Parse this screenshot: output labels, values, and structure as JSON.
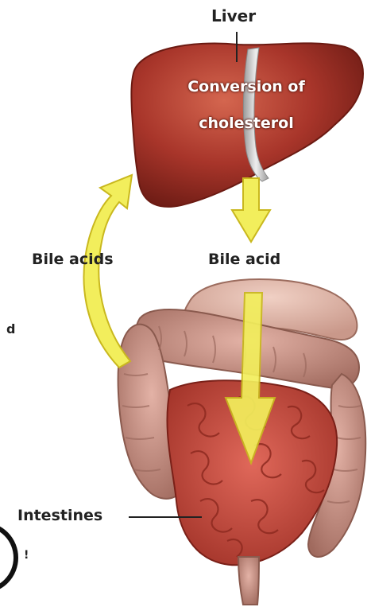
{
  "labels": {
    "liver": "Liver",
    "conversion_line1": "Conversion of",
    "conversion_line2": "cholesterol",
    "bile_acids_left": "Bile acids",
    "bile_acid_right": "Bile acid",
    "intestines": "Intestines",
    "edge_fragment_left": "d",
    "edge_fragment_right": "!"
  },
  "colors": {
    "liver": "#a8352a",
    "liver_highlight": "#d0604c",
    "ligament": "#c9c9c9",
    "arrow": "#f2ee5c",
    "arrow_edge": "#c9b81e",
    "stomach": "#e2b4a6",
    "colon": "#c98f82",
    "small_intestine": "#c84a3e",
    "text_dark": "#222222"
  },
  "icons": {
    "left_edge": "circle-icon"
  }
}
